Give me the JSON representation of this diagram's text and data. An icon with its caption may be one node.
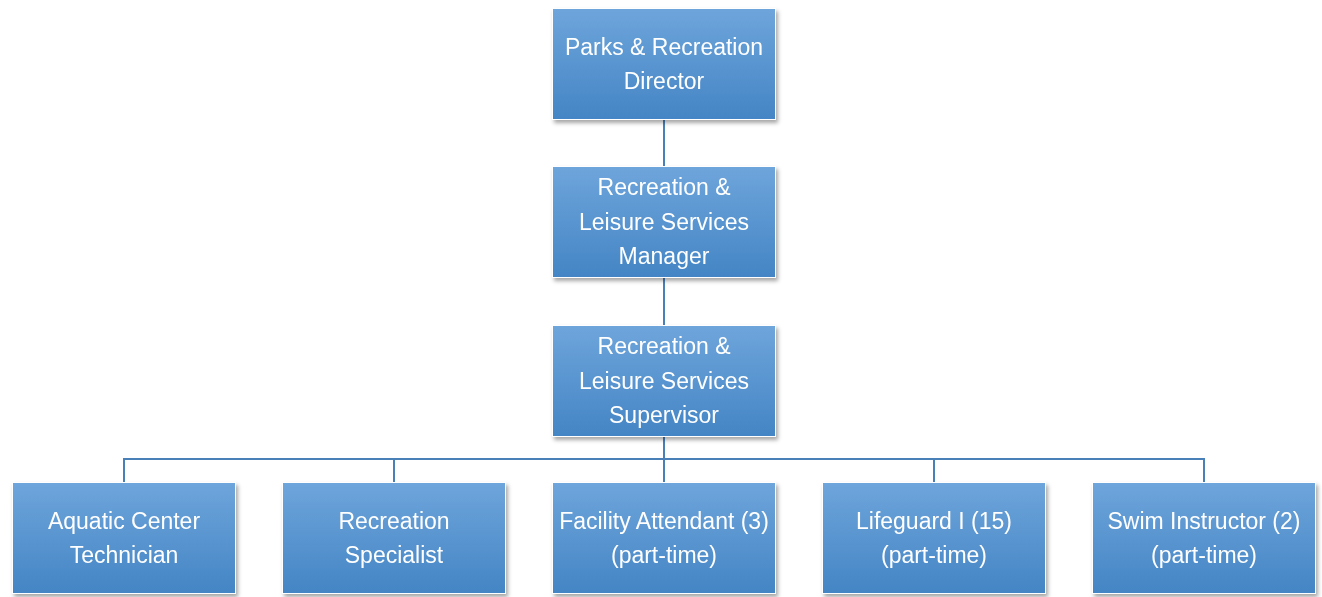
{
  "diagram": {
    "nodes": [
      {
        "text": [
          "Parks & Recreation Director"
        ]
      },
      {
        "text": [
          "Recreation & Leisure Services Manager"
        ]
      },
      {
        "text": [
          "Recreation & Leisure Services Supervisor"
        ]
      },
      {
        "text": [
          "Aquatic Center Technician"
        ]
      },
      {
        "text": [
          "Recreation Specialist"
        ]
      },
      {
        "text": [
          "Facility Attendant (3) (part-time)"
        ]
      },
      {
        "text": [
          "Lifeguard I (15) (part-time)"
        ]
      },
      {
        "text": [
          "Swim Instructor (2) (part-time)"
        ]
      }
    ],
    "edges": [
      {
        "from": 0,
        "to": 1,
        "arrow": "none"
      },
      {
        "from": 1,
        "to": 2,
        "arrow": "none"
      },
      {
        "from": 2,
        "to": 3,
        "arrow": "none"
      },
      {
        "from": 2,
        "to": 4,
        "arrow": "none"
      },
      {
        "from": 2,
        "to": 5,
        "arrow": "none"
      },
      {
        "from": 2,
        "to": 6,
        "arrow": "none"
      },
      {
        "from": 2,
        "to": 7,
        "arrow": "none"
      }
    ]
  }
}
